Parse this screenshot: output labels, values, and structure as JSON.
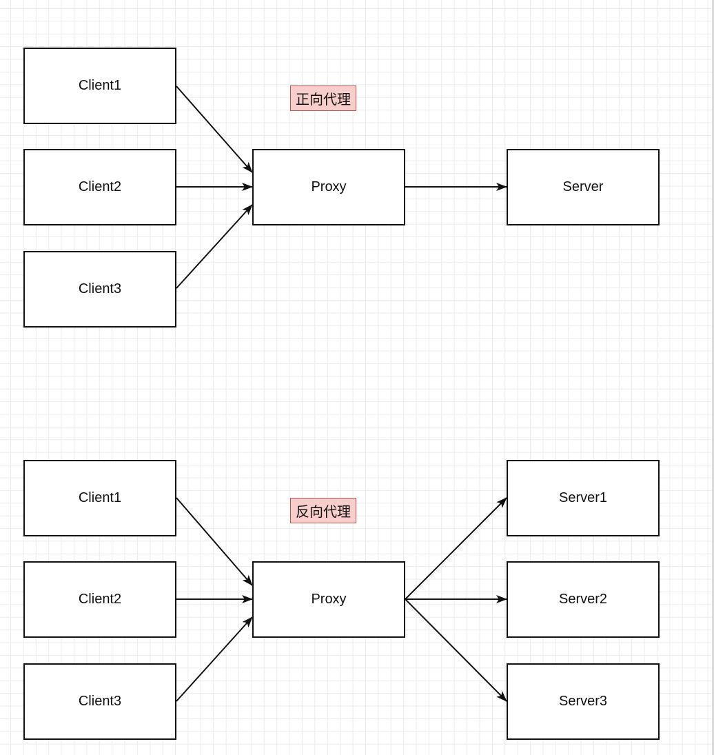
{
  "diagram": {
    "grid_color": "#ebebeb",
    "background": "#ffffff",
    "label_fill": "#f8cecc",
    "label_stroke": "#b85450",
    "forward": {
      "label": "正向代理",
      "clients": [
        "Client1",
        "Client2",
        "Client3"
      ],
      "proxy": "Proxy",
      "servers": [
        "Server"
      ]
    },
    "reverse": {
      "label": "反向代理",
      "clients": [
        "Client1",
        "Client2",
        "Client3"
      ],
      "proxy": "Proxy",
      "servers": [
        "Server1",
        "Server2",
        "Server3"
      ]
    }
  }
}
